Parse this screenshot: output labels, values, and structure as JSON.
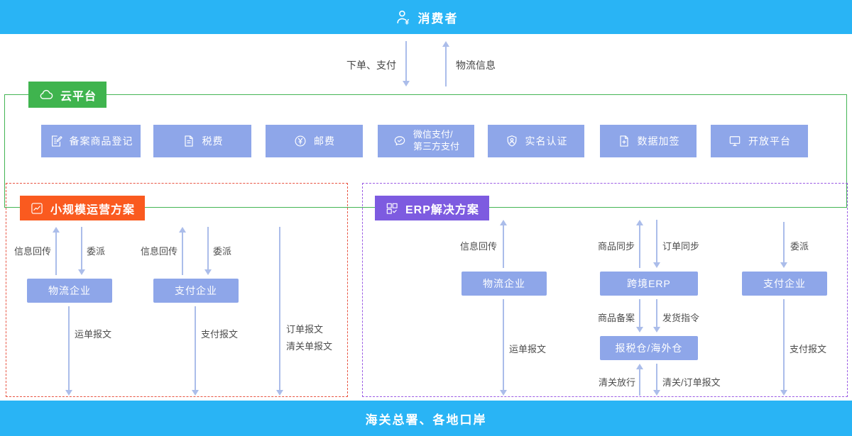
{
  "consumer_bar": {
    "title": "消费者",
    "icon": "consumer-yen-icon"
  },
  "consumer_flows": {
    "order_pay": "下单、支付",
    "logistics_info": "物流信息"
  },
  "cloud_platform": {
    "title": "云平台",
    "icon": "cloud-icon",
    "services": [
      {
        "label": "备案商品登记",
        "icon": "document-edit-icon"
      },
      {
        "label": "税费",
        "icon": "document-icon"
      },
      {
        "label": "邮费",
        "icon": "yuan-coin-icon"
      },
      {
        "label": "微信支付/",
        "label2": "第三方支付",
        "icon": "wechat-pay-icon"
      },
      {
        "label": "实名认证",
        "icon": "shield-user-icon"
      },
      {
        "label": "数据加签",
        "icon": "document-plus-icon"
      },
      {
        "label": "开放平台",
        "icon": "monitor-icon"
      }
    ]
  },
  "small_scale": {
    "title": "小规模运营方案",
    "icon": "line-chart-icon",
    "nodes": {
      "logistics": "物流企业",
      "payment": "支付企业"
    },
    "flows": {
      "logistics_up": "信息回传",
      "logistics_down": "委派",
      "payment_up": "信息回传",
      "payment_down": "委派",
      "waybill_report": "运单报文",
      "payment_report": "支付报文",
      "order_report": "订单报文",
      "clearance_report": "清关单报文"
    }
  },
  "erp": {
    "title": "ERP解决方案",
    "icon": "grid-check-icon",
    "nodes": {
      "logistics": "物流企业",
      "erp": "跨境ERP",
      "warehouse": "报税仓/海外仓",
      "payment": "支付企业"
    },
    "flows": {
      "logistics_up": "信息回传",
      "waybill_report": "运单报文",
      "goods_sync": "商品同步",
      "order_sync": "订单同步",
      "goods_filing": "商品备案",
      "ship_order": "发货指令",
      "clearance_release": "清关放行",
      "clearance_order_report": "清关/订单报文",
      "delegate": "委派",
      "payment_report": "支付报文"
    }
  },
  "customs_bar": {
    "title": "海关总署、各地口岸"
  },
  "colors": {
    "cyan_bar": "#29b4f5",
    "node_blue": "#8ea6e9",
    "green": "#3fb44e",
    "orange": "#fa5a1f",
    "purple": "#7d5be0",
    "red_dash": "#e85442",
    "purple_dash": "#9b5be4",
    "arrow": "#abbdea"
  }
}
